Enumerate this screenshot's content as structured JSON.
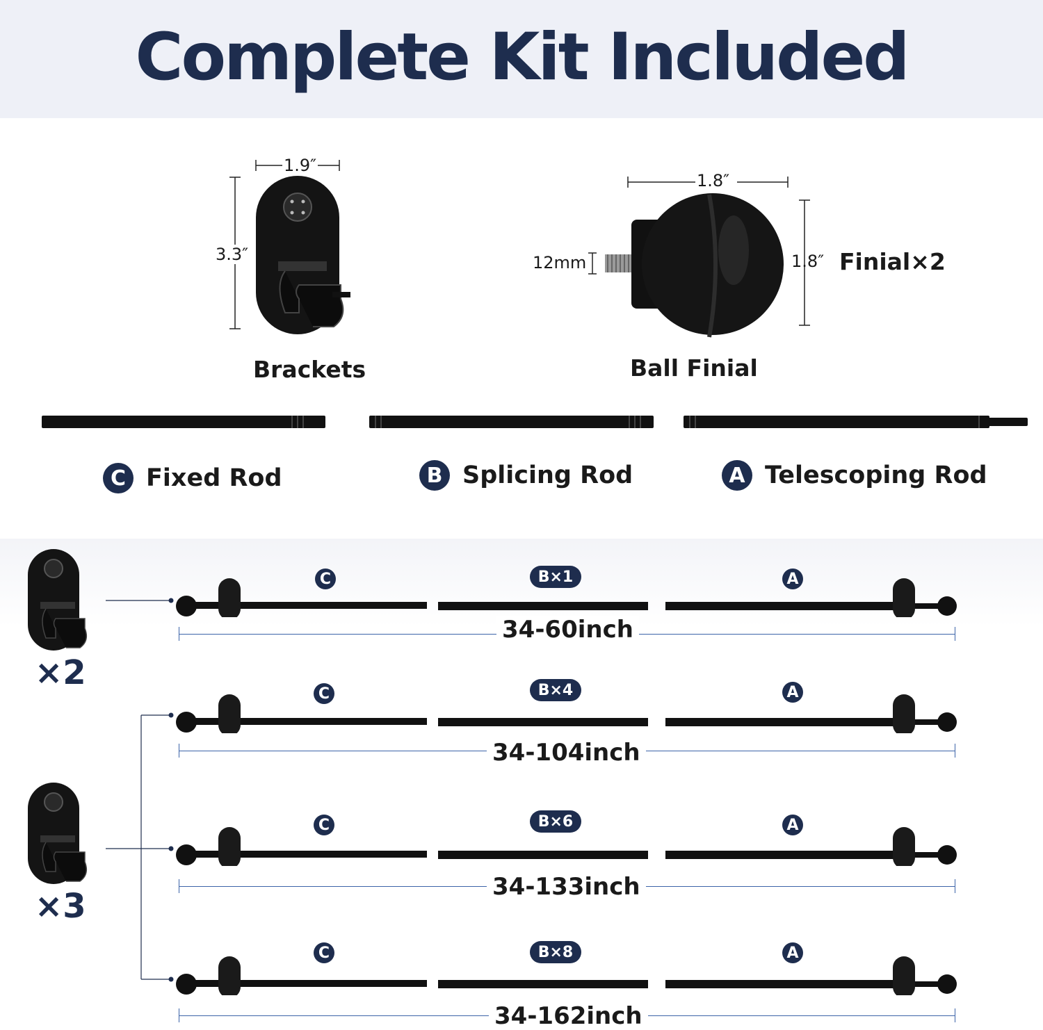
{
  "header": {
    "title": "Complete Kit Included"
  },
  "bracket": {
    "label": "Brackets",
    "width": "1.9″",
    "height": "3.3″"
  },
  "finial": {
    "label": "Ball Finial",
    "width": "1.8″",
    "height": "1.8″",
    "thread": "12mm",
    "quantity": "Finial×2"
  },
  "rods": [
    {
      "letter": "C",
      "name": "Fixed Rod"
    },
    {
      "letter": "B",
      "name": "Splicing Rod"
    },
    {
      "letter": "A",
      "name": "Telescoping Rod"
    }
  ],
  "configs": [
    {
      "c": "C",
      "b": "B×1",
      "a": "A",
      "length": "34-60inch"
    },
    {
      "c": "C",
      "b": "B×4",
      "a": "A",
      "length": "34-104inch"
    },
    {
      "c": "C",
      "b": "B×6",
      "a": "A",
      "length": "34-133inch"
    },
    {
      "c": "C",
      "b": "B×8",
      "a": "A",
      "length": "34-162inch"
    }
  ],
  "bracket_groups": [
    {
      "count": "×2"
    },
    {
      "count": "×3"
    }
  ]
}
